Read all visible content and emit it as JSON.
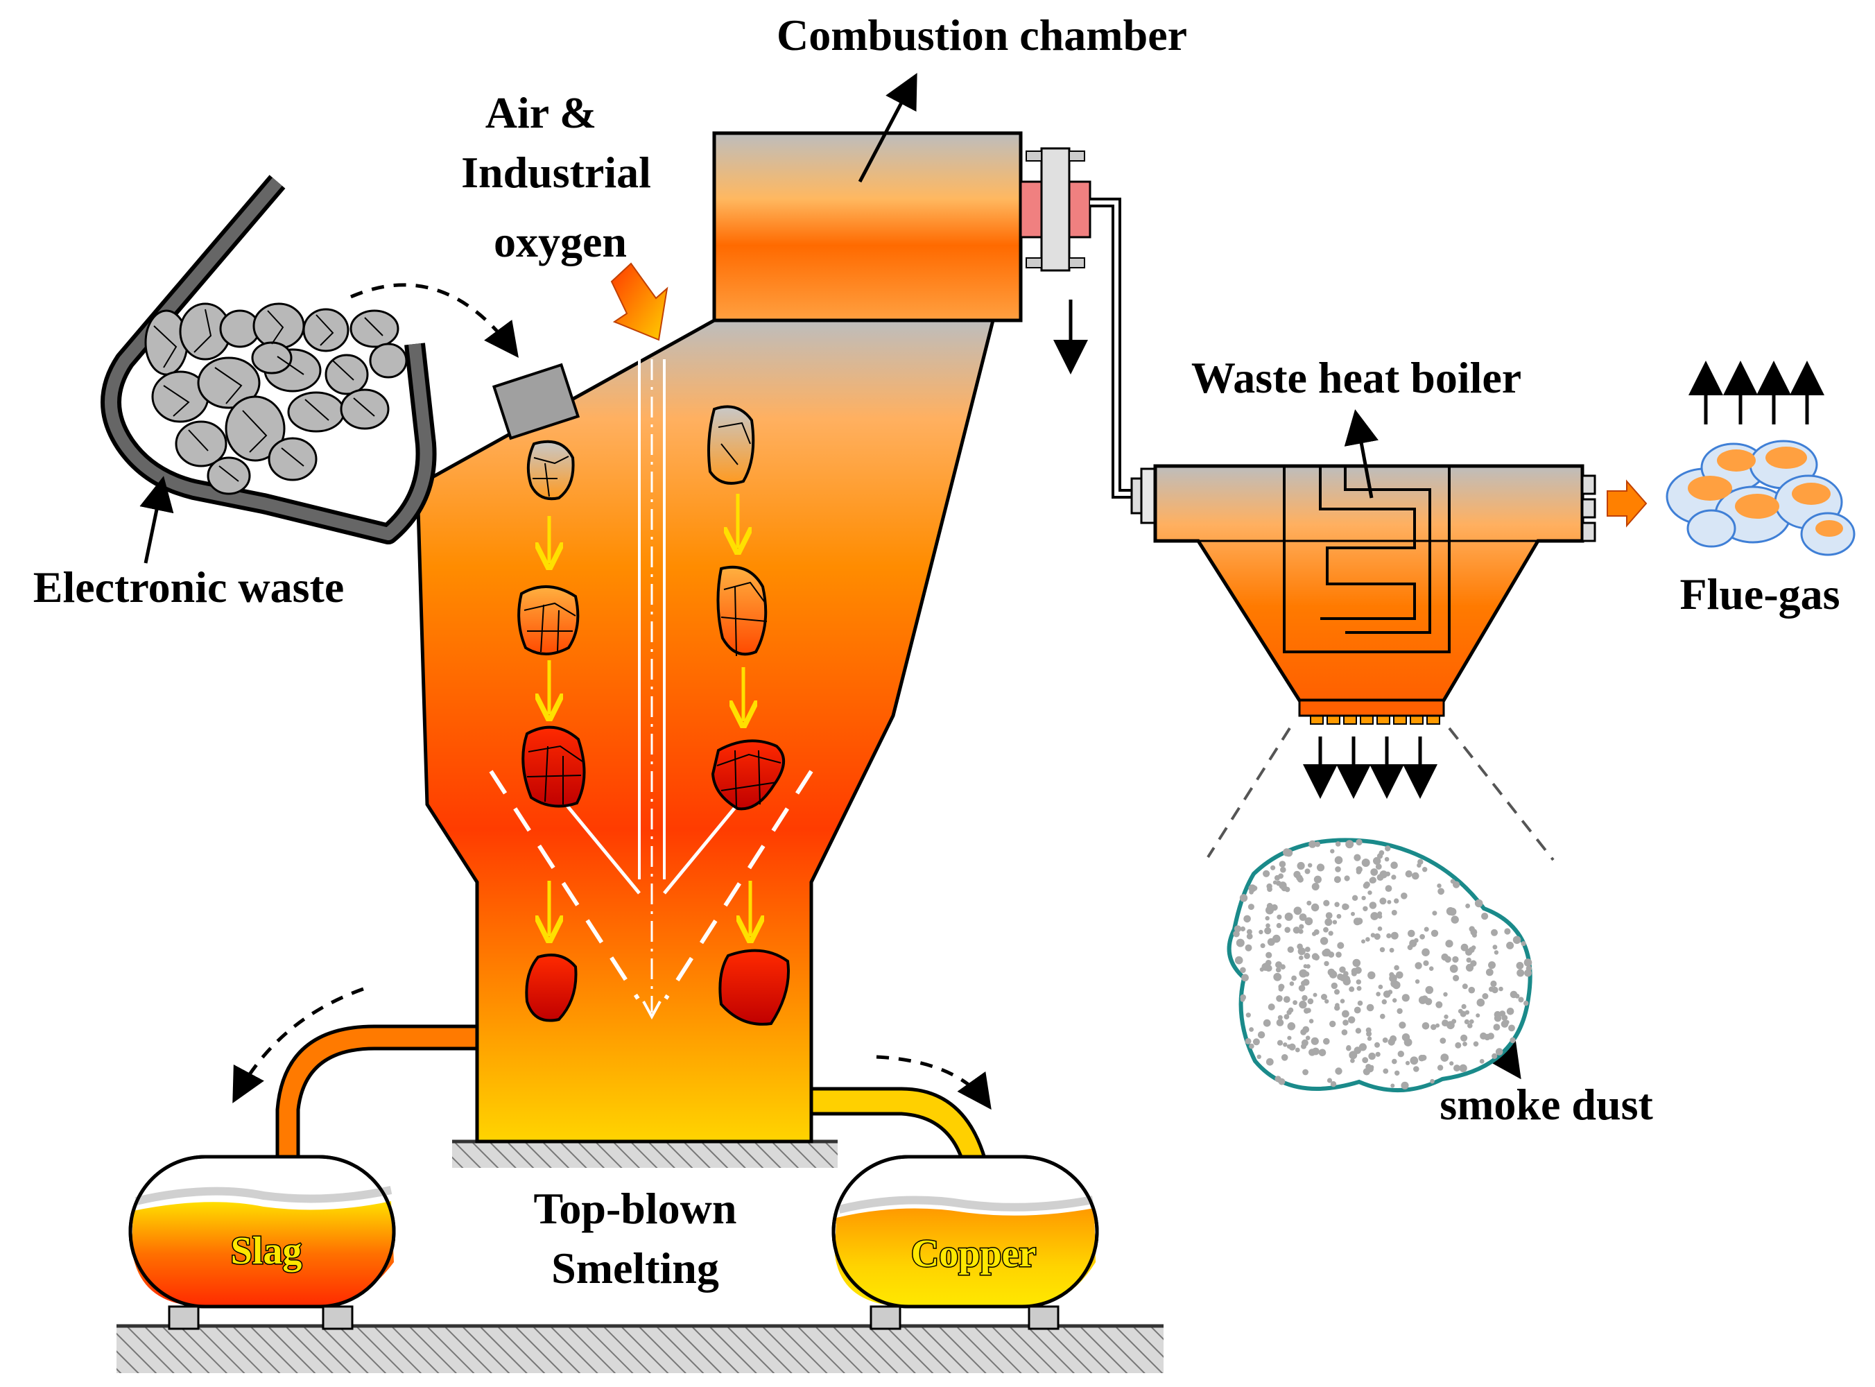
{
  "labels": {
    "combustion_chamber": "Combustion chamber",
    "air_line1": "Air &",
    "air_line2": "Industrial",
    "air_line3": "oxygen",
    "electronic_waste": "Electronic waste",
    "waste_heat_boiler": "Waste heat boiler",
    "flue_gas": "Flue-gas",
    "smoke_dust": "smoke dust",
    "slag": "Slag",
    "copper": "Copper",
    "top_blown_line1": "Top-blown",
    "top_blown_line2": "Smelting"
  },
  "colors": {
    "hot_red": "#ff3a00",
    "orange": "#ff8a00",
    "yellow": "#ffd400",
    "gray": "#bdbdbd",
    "teal_outline": "#1a8a8a",
    "flow_arrow_yellow": "#ffe000"
  },
  "icons": [
    "waste-chunk-icon",
    "flow-arrow-icon",
    "flange-icon",
    "cloud-icon",
    "dust-blob-icon"
  ]
}
